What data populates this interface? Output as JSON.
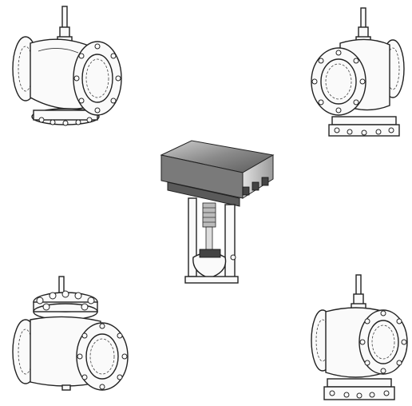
{
  "illustrations": [
    {
      "id": "valve-top-left",
      "kind": "three-way flanged valve",
      "icon": "valve-icon"
    },
    {
      "id": "valve-top-right",
      "kind": "three-way flanged valve",
      "icon": "valve-icon"
    },
    {
      "id": "actuator-center",
      "kind": "electric valve actuator",
      "icon": "actuator-icon"
    },
    {
      "id": "valve-bottom-left",
      "kind": "two-way flanged valve with bonnet",
      "icon": "valve-icon"
    },
    {
      "id": "valve-bottom-right",
      "kind": "three-way flanged valve",
      "icon": "valve-icon"
    }
  ],
  "colors": {
    "background": "#ffffff",
    "line": "#222222",
    "actuator_housing": "#8a8a8a",
    "actuator_dark": "#444444"
  }
}
